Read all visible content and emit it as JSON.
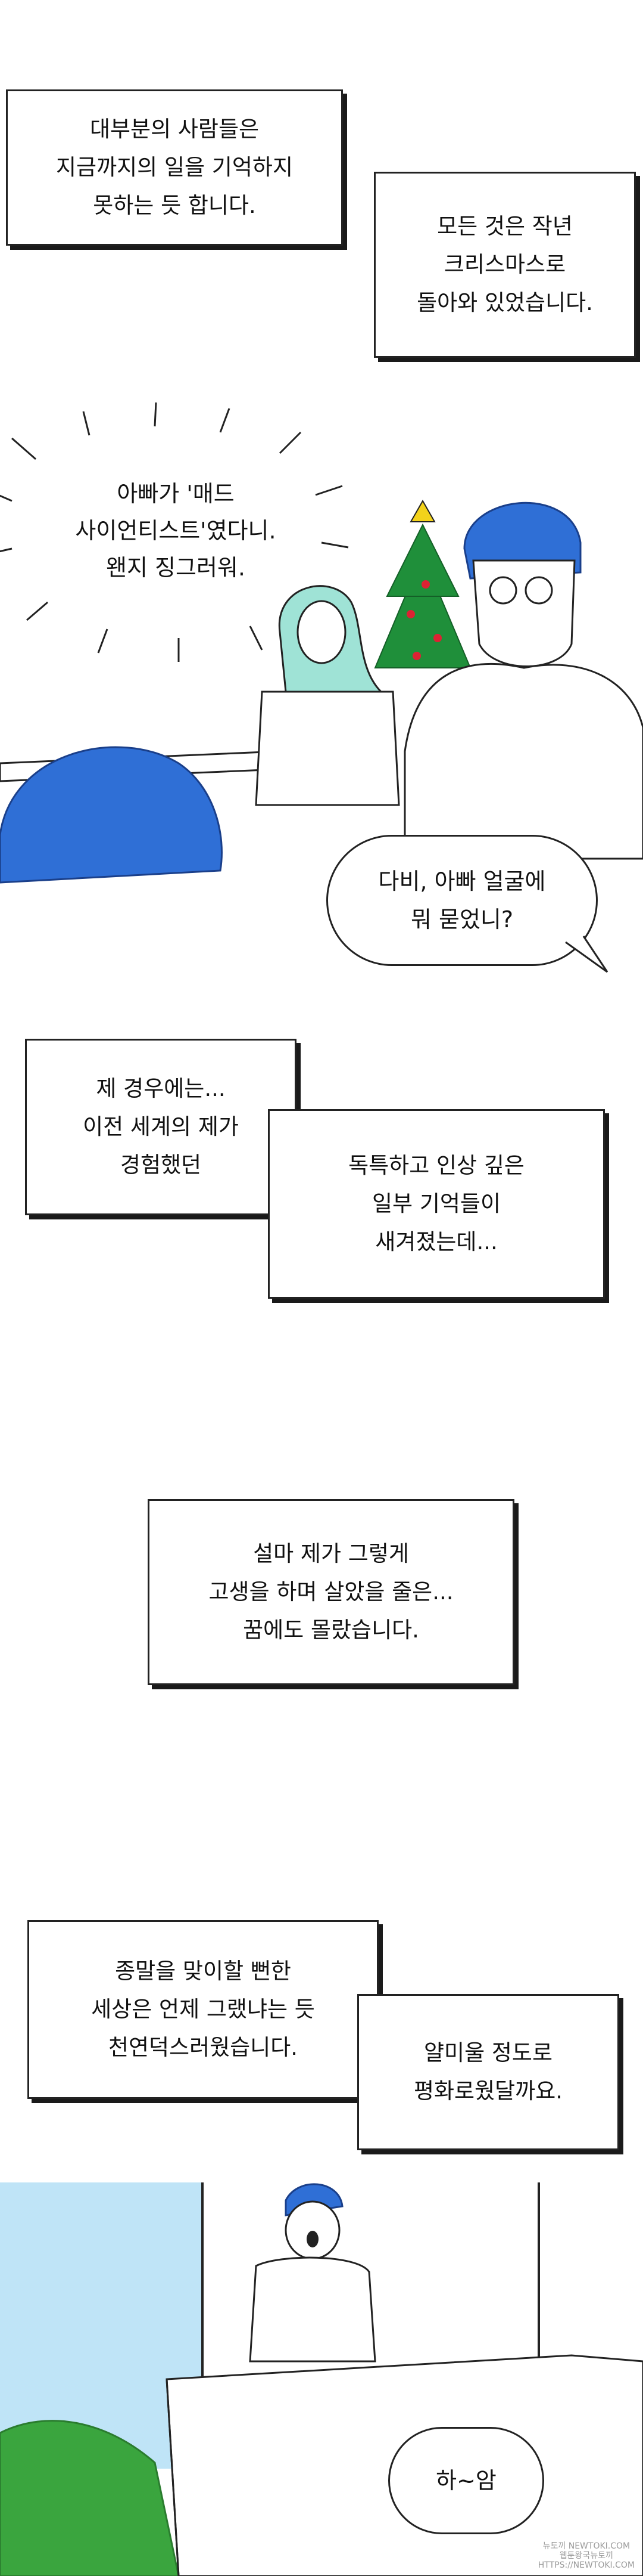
{
  "panels": {
    "p1": {
      "caption_a": "대부분의 사람들은\n지금까지의 일을 기억하지\n못하는 듯 합니다.",
      "caption_b": "모든 것은 작년\n크리스마스로\n돌아와 있었습니다."
    },
    "p2": {
      "thought": "아빠가 '매드\n사이언티스트'였다니.\n왠지 징그러워.",
      "speech": "다비, 아빠 얼굴에\n뭐 묻었니?"
    },
    "p3": {
      "caption_a": "제 경우에는...\n이전 세계의 제가\n경험했던",
      "caption_b": "독특하고 인상 깊은\n일부 기억들이\n새겨졌는데..."
    },
    "p4": {
      "caption": "설마 제가 그렇게\n고생을 하며 살았을 줄은...\n꿈에도 몰랐습니다."
    },
    "p5": {
      "caption_a": "종말을 맞이할 뻔한\n세상은 언제 그랬냐는 듯\n천연덕스러웠습니다.",
      "caption_b": "얄미울 정도로\n평화로웠달까요.",
      "speech": "하~암"
    }
  },
  "watermark": "뉴토끼 NEWTOKI.COM\n웹툰왕국뉴토끼\nHTTPS://NEWTOKI.COM",
  "colors": {
    "hair_blue": "#2f6fd6",
    "hair_mint": "#9fe3d6",
    "tree_green": "#1f8f3a",
    "star_yellow": "#f3d21b",
    "hill_green": "#3aa53e",
    "sky_blue": "#bfe4f7"
  }
}
